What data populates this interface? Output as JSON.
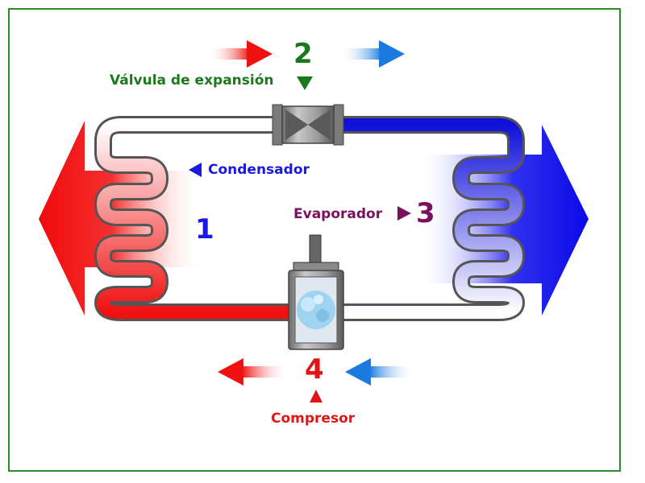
{
  "labels": {
    "valve": "Válvula de expansión",
    "condenser": "Condensador",
    "evaporator": "Evaporador",
    "compressor": "Compresor"
  },
  "stages": {
    "one": "1",
    "two": "2",
    "three": "3",
    "four": "4"
  },
  "colors": {
    "hot": "#f01010",
    "cold": "#1010d8",
    "valve_green": "#1a7a1a",
    "condenser_blue": "#1a1adc",
    "evaporator_purple": "#7a1060",
    "compressor_red": "#e01515",
    "frame": "#2e8b2e"
  }
}
